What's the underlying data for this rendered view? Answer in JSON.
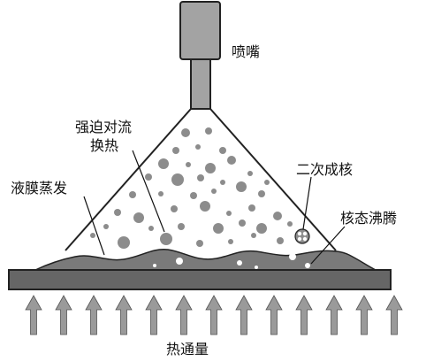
{
  "labels": {
    "nozzle": "喷嘴",
    "forced_convection_line1": "强迫对流",
    "forced_convection_line2": "换热",
    "film_evaporation": "液膜蒸发",
    "secondary_nucleation": "二次成核",
    "nucleate_boiling": "核态沸腾",
    "heat_flux": "热通量"
  },
  "colors": {
    "nozzle_fill": "#a3a3a3",
    "droplet_fill": "#8c8c8c",
    "film_fill": "#7a7a7a",
    "plate_fill": "#666666",
    "arrow_fill": "#9a9a9a",
    "outline": "#222222",
    "bubble_fill": "#ffffff"
  },
  "heat_arrow_count": 13
}
